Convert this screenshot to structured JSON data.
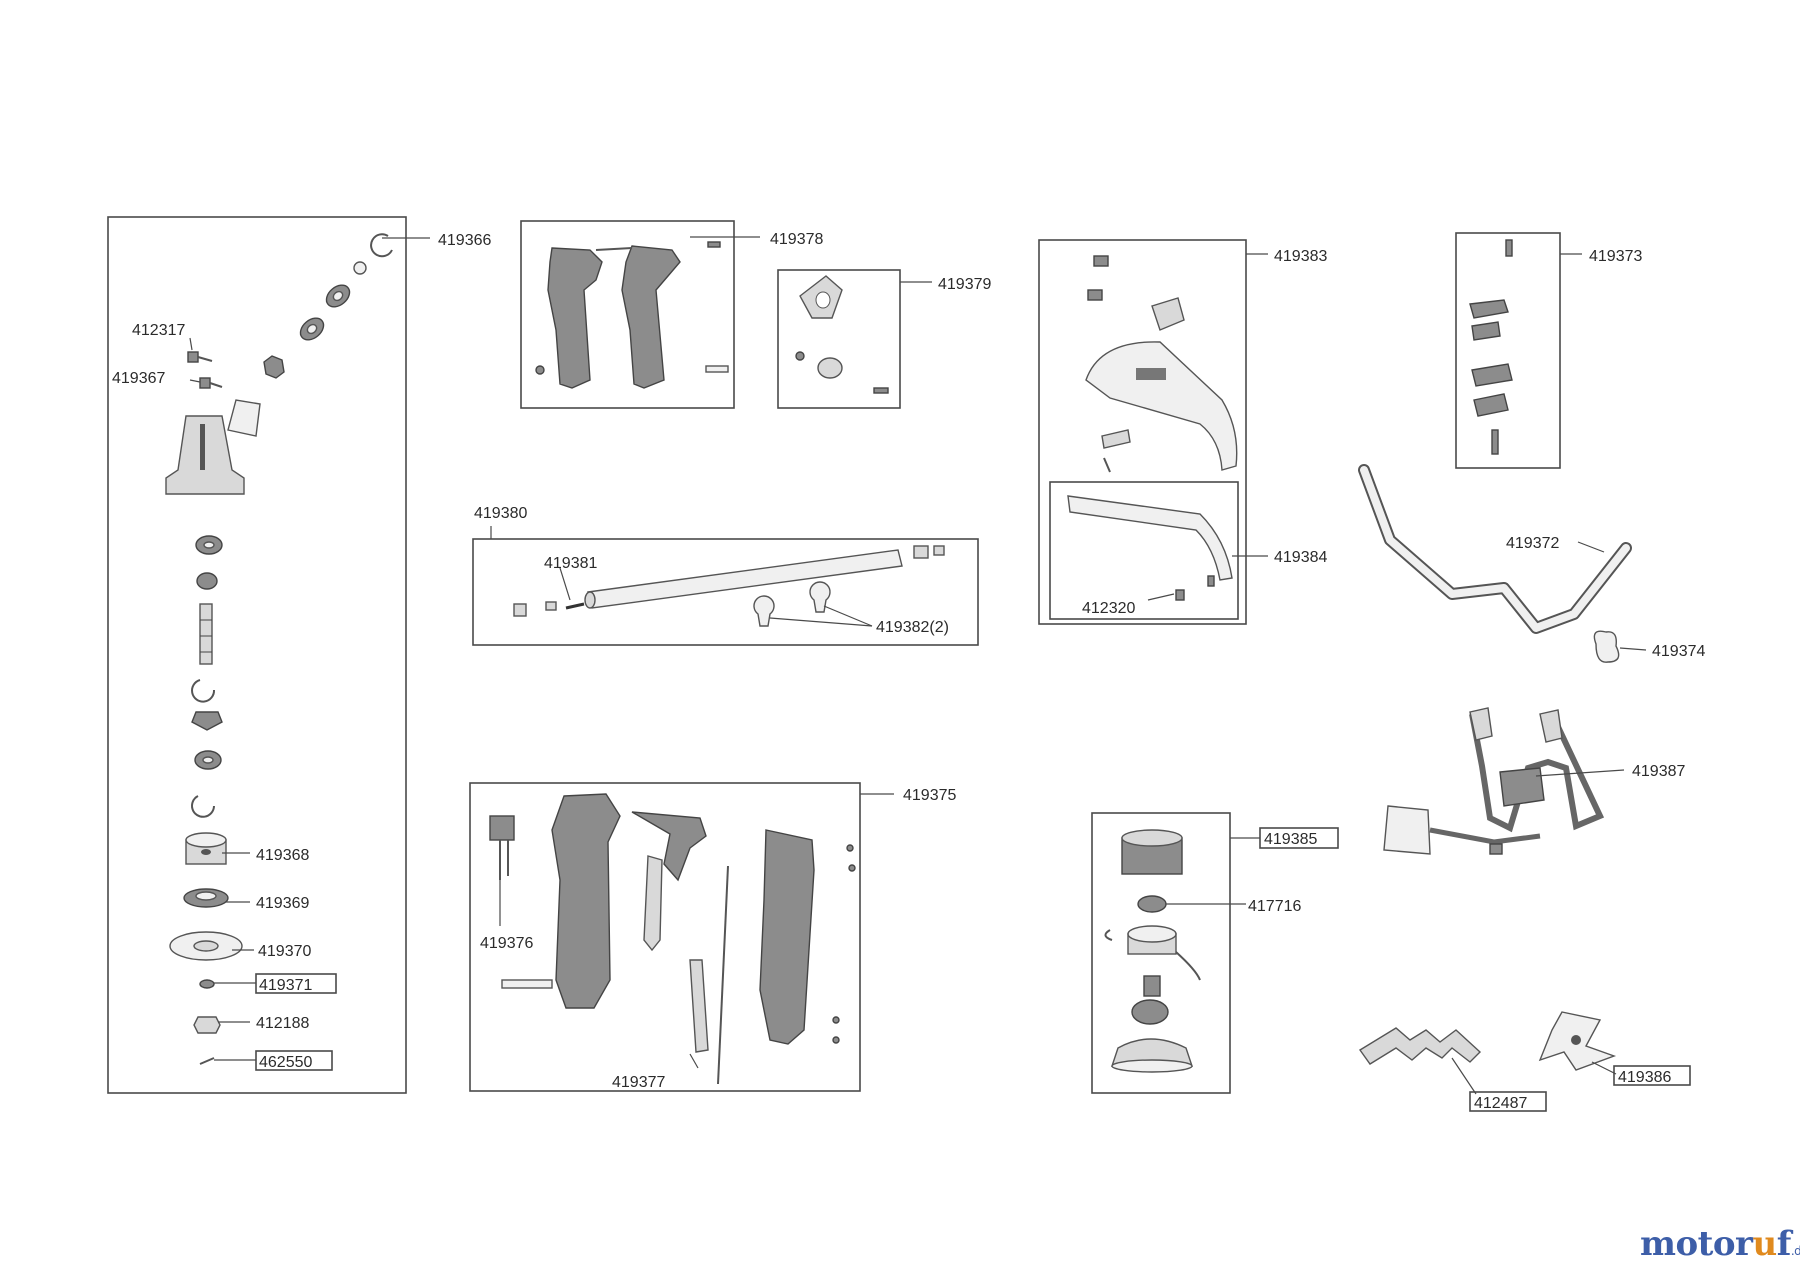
{
  "labels": {
    "p419366": "419366",
    "p412317": "412317",
    "p419367": "419367",
    "p419368": "419368",
    "p419369": "419369",
    "p419370": "419370",
    "p419371": "419371",
    "p412188": "412188",
    "p462550": "462550",
    "p419378": "419378",
    "p419379": "419379",
    "p419380": "419380",
    "p419381": "419381",
    "p419382": "419382(2)",
    "p419375": "419375",
    "p419376": "419376",
    "p419377": "419377",
    "p419383": "419383",
    "p419384": "419384",
    "p412320": "412320",
    "p419373": "419373",
    "p419372": "419372",
    "p419374": "419374",
    "p419387": "419387",
    "p419385": "419385",
    "p417716": "417716",
    "p412487": "412487",
    "p419386": "419386"
  },
  "watermark": {
    "part1": "motor",
    "part2": "u",
    "part3": "f",
    "tld": ".de"
  }
}
